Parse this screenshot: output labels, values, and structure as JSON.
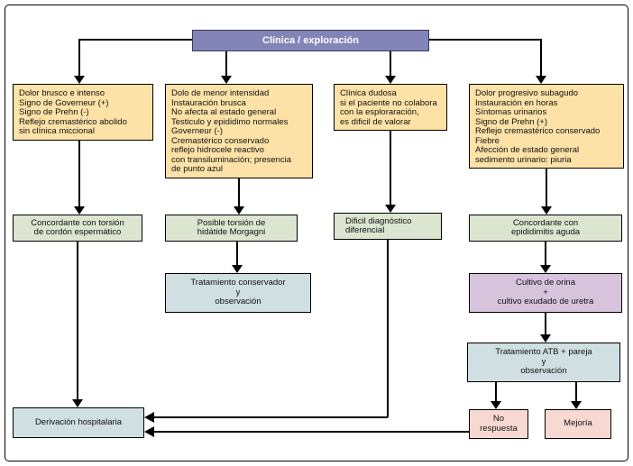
{
  "diagram": {
    "title": "Clínica / exploración",
    "type": "flowchart",
    "language": "es",
    "colors": {
      "header_bg": "#8384b8",
      "header_text": "#ffffff",
      "criteria_bg": "#fce2a7",
      "diagnosis_bg": "#dbe5cf",
      "treatment_bg": "#cfdfe2",
      "culture_bg": "#d8c3dc",
      "outcome_bg": "#f8d9d2",
      "line": "#000000",
      "background": "#ffffff"
    }
  },
  "nodes": {
    "header": "Clínica / exploración",
    "criteria_torsion_cordon": "Dolor brusco e intenso\nSigno de Governeur (+)\nSigno de Prehn (-)\nReflejo cremastérico abolido\nsin clínica miccional",
    "criteria_torsion_hidatide": "Dolo de menor intensidad\nInstauración brusca\nNo afecta al estado general\nTesticulo y epididimo normales\nGoverneur (-)\nCremastérico conservado\nreflejo hidrocele reactivo\ncon transiluminación; presencia\nde punto azul",
    "criteria_clinica_dudosa": "Clínica dudosa\nsi el paciente no colabora\ncon la esploraración,\nes dificil de valorar",
    "criteria_epididimitis": "Dolor progresivo subagudo\nInstauración en horas\nSíntomas urinarios\nSigno de Prehn (+)\nReflejo cremastérico conservado\nFiebre\nAfección de estado general\nsedimento urinario: piuria",
    "dx_torsion_cordon": "Concordante con torsión\nde cordón espermático",
    "dx_torsion_hidatide": "Posible torsión de\nhidátide Morgagni",
    "dx_dificil": "Dificil diagnóstico\ndiferencial",
    "dx_epididimitis": "Concordante con\nepididimitis aguda",
    "tx_conservador": "Tratamiento conservador\ny\nobservación",
    "cultivo": "Cultivo de orina\n+\ncultivo exudado de uretra",
    "tx_atb": "Tratamiento ATB + pareja\ny\nobservación",
    "derivacion": "Derivación hospitalaria",
    "no_respuesta": "No\nrespuesta",
    "mejoria": "Mejoría"
  }
}
